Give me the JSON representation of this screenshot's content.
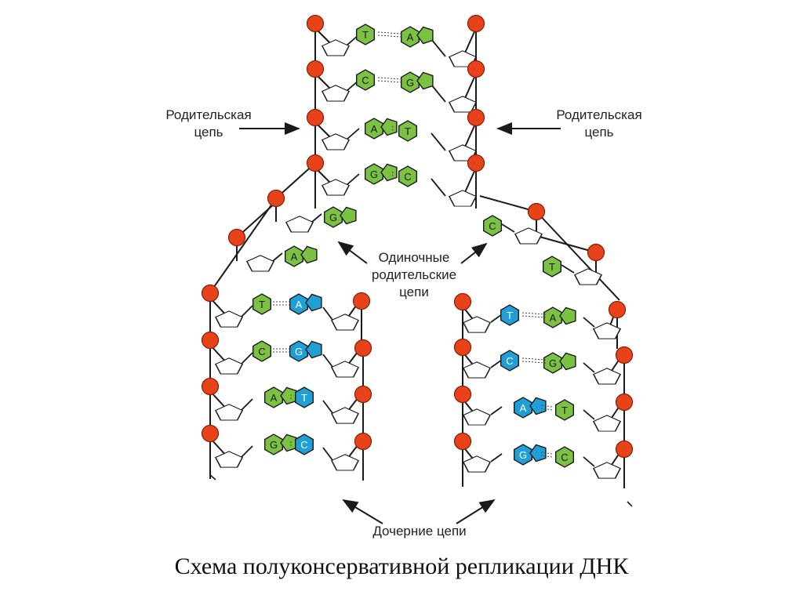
{
  "labels": {
    "parent_left": "Родительская\nцепь",
    "parent_right": "Родительская\nцепь",
    "single": "Одиночные\nродительские\nцепи",
    "daughter": "Дочерние цепи"
  },
  "title": "Схема полуконсервативной репликации ДНК",
  "colors": {
    "phosphate": "#e8421a",
    "parent_base": "#7cc242",
    "daughter_base": "#1f9fd6",
    "strand": "#1a1a1a"
  },
  "pairs": {
    "top": [
      [
        "T",
        "A"
      ],
      [
        "C",
        "G"
      ],
      [
        "A",
        "T"
      ],
      [
        "G",
        "C"
      ]
    ],
    "left_single": [
      "G",
      "A"
    ],
    "right_single": [
      "C",
      "T"
    ],
    "left_daughter": [
      [
        "T",
        "A"
      ],
      [
        "C",
        "G"
      ],
      [
        "A",
        "T"
      ],
      [
        "G",
        "C"
      ]
    ],
    "right_daughter": [
      [
        "T",
        "A"
      ],
      [
        "C",
        "G"
      ],
      [
        "A",
        "T"
      ],
      [
        "G",
        "C"
      ]
    ]
  }
}
